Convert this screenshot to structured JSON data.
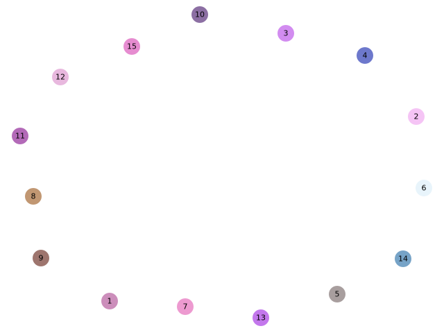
{
  "nodes": [
    {
      "id": "10",
      "label": "10",
      "color": "#8c6fa3"
    },
    {
      "id": "3",
      "label": "3",
      "color": "#d28cf0"
    },
    {
      "id": "15",
      "label": "15",
      "color": "#e68cd0"
    },
    {
      "id": "4",
      "label": "4",
      "color": "#6d78cc"
    },
    {
      "id": "12",
      "label": "12",
      "color": "#e8b8de"
    },
    {
      "id": "2",
      "label": "2",
      "color": "#f5c4f5"
    },
    {
      "id": "11",
      "label": "11",
      "color": "#b36ab8"
    },
    {
      "id": "6",
      "label": "6",
      "color": "#e8f4fb"
    },
    {
      "id": "8",
      "label": "8",
      "color": "#c19772"
    },
    {
      "id": "14",
      "label": "14",
      "color": "#76a3c7"
    },
    {
      "id": "9",
      "label": "9",
      "color": "#9e756e"
    },
    {
      "id": "5",
      "label": "5",
      "color": "#a89e9e"
    },
    {
      "id": "1",
      "label": "1",
      "color": "#cc8ebb"
    },
    {
      "id": "7",
      "label": "7",
      "color": "#ed9ad0"
    },
    {
      "id": "13",
      "label": "13",
      "color": "#c377ec"
    }
  ]
}
